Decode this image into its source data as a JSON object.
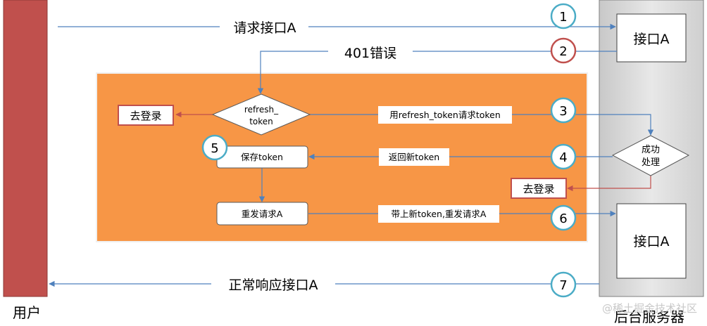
{
  "labels": {
    "user": "用户",
    "server": "后台服务器",
    "interface_top": "接口A",
    "interface_bottom": "接口A",
    "request_a": "请求接口A",
    "error_401": "401错误",
    "refresh_token_line1": "refresh_",
    "refresh_token_line2": "token",
    "go_login_left": "去登录",
    "go_login_right": "去登录",
    "request_with_refresh": "用refresh_token请求token",
    "success_line1": "成功",
    "success_line2": "处理",
    "save_token": "保存token",
    "return_new_token": "返回新token",
    "resend_request": "重发请求A",
    "with_new_token": "带上新token,重发请求A",
    "normal_response": "正常响应接口A",
    "watermark": "@稀土掘金技术社区"
  },
  "steps": [
    "1",
    "2",
    "3",
    "4",
    "5",
    "6",
    "7"
  ],
  "colors": {
    "user_bar": "#c0504d",
    "server_bar": "#d9d9d9",
    "orange_panel": "#f79646",
    "blue_line": "#4f81bd",
    "red_line": "#c0504d",
    "teal_circle": "#4bacc6"
  }
}
